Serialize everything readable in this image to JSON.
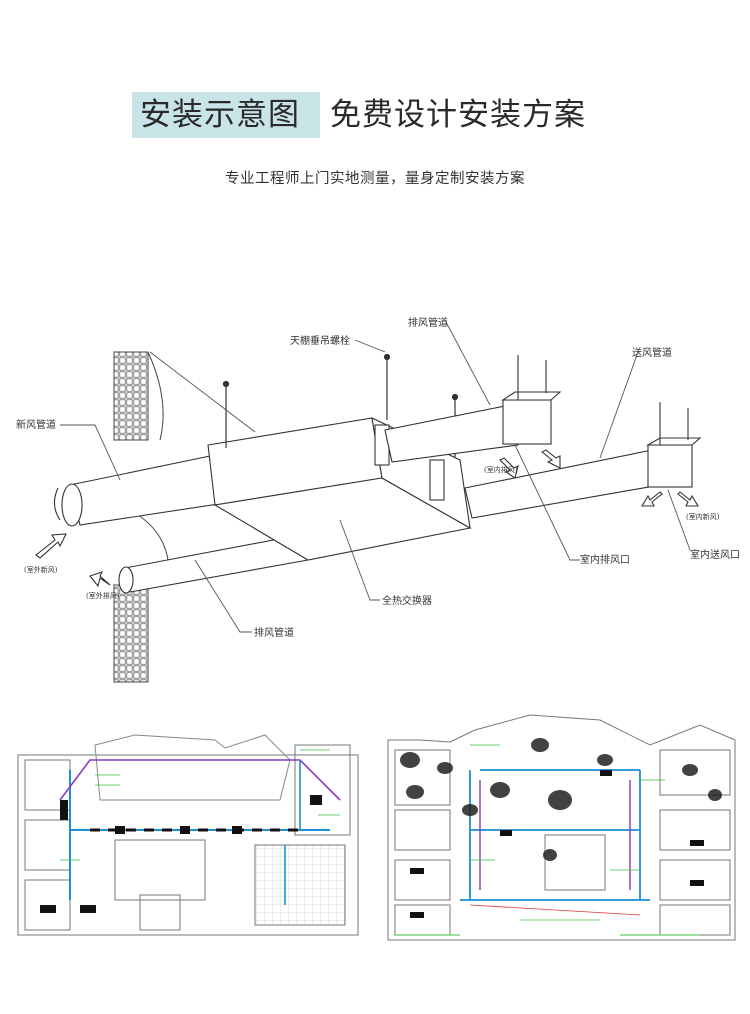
{
  "header": {
    "title_highlight": "安装示意图",
    "title_main": "免费设计安装方案",
    "subtitle": "专业工程师上门实地测量，量身定制安装方案"
  },
  "diagram": {
    "labels": {
      "exhaust_duct_top": "排风管道",
      "ceiling_bolt": "天棚垂吊螺栓",
      "supply_duct": "送风管道",
      "fresh_air_duct": "新风管道",
      "indoor_exhaust": "(室内排风)",
      "indoor_fresh": "(室内新风)",
      "outdoor_fresh": "(室外新风)",
      "outdoor_exhaust": "(室外排风)",
      "indoor_exhaust_port": "室内排风口",
      "indoor_supply_port": "室内送风口",
      "heat_exchanger": "全热交换器",
      "exhaust_duct_bottom": "排风管道"
    }
  },
  "floor_plans": {
    "left_caption": "",
    "right_caption": ""
  },
  "colors": {
    "title_bg": "#c9e4e6",
    "duct_blue": "#1c8fd6",
    "duct_purple": "#8a3ac0",
    "green": "#3bbf3b"
  }
}
